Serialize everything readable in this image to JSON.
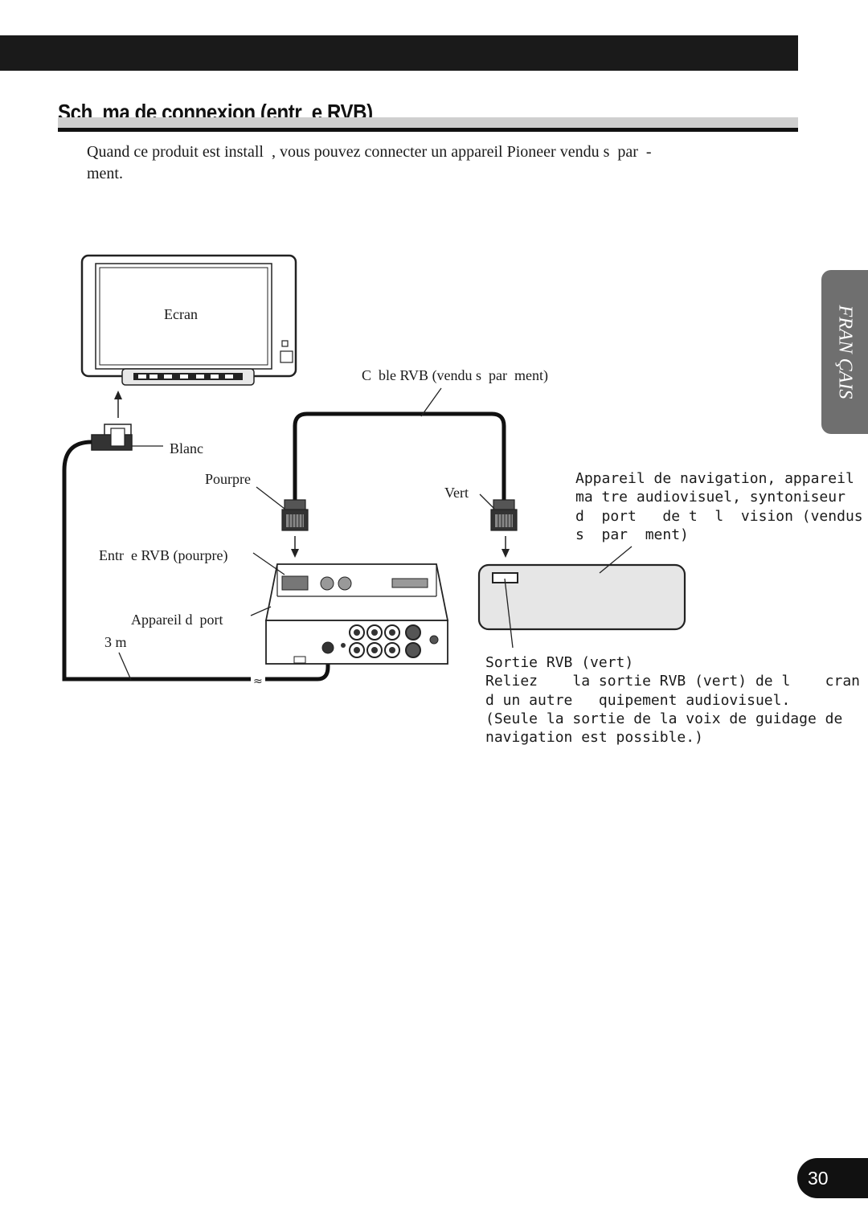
{
  "heading": {
    "title": "Sch  ma de connexion (entr  e RVB)"
  },
  "intro_text": "Quand ce produit est install  , vous pouvez connecter un appareil Pioneer vendu s  par  -\nment.",
  "side_tab": {
    "label": "FRAN ÇAIS"
  },
  "labels": {
    "screen": "Ecran",
    "cable": "C  ble RVB (vendu s  par  ment)",
    "white": "Blanc",
    "purple": "Pourpre",
    "green": "Vert",
    "rgb_input": "Entr  e RVB (pourpre)",
    "remote_unit": "Appareil d  port",
    "length": "3 m",
    "nav_device": "Appareil de navigation, appareil\nma tre audiovisuel, syntoniseur\nd  port   de t  l  vision (vendus\ns  par  ment)",
    "rgb_output": "Sortie RVB (vert)\nReliez    la sortie RVB (vert) de l    cran\nd un autre   quipement audiovisuel.\n(Seule la sortie de la voix de guidage de\nnavigation est possible.)"
  },
  "page_number": "30"
}
